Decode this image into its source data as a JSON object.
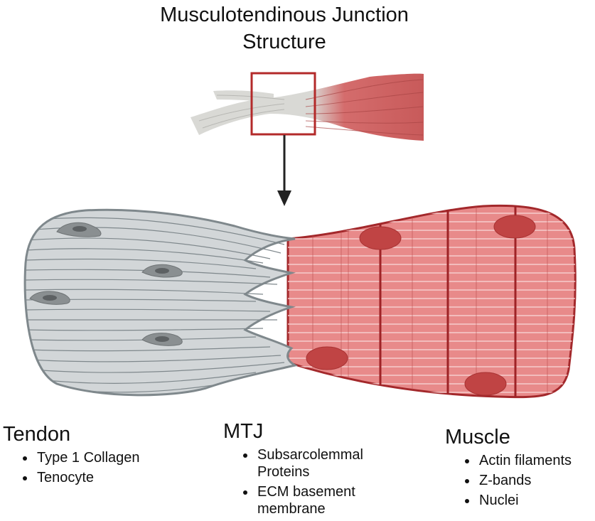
{
  "title": {
    "line1": "Musculotendinous Junction",
    "line2": "Structure"
  },
  "sections": {
    "tendon": {
      "heading": "Tendon",
      "items": [
        "Type 1 Collagen",
        "Tenocyte"
      ]
    },
    "mtj": {
      "heading": "MTJ",
      "items": [
        "Subsarcolemmal Proteins",
        "ECM basement membrane"
      ]
    },
    "muscle": {
      "heading": "Muscle",
      "items": [
        "Actin filaments",
        "Z-bands",
        "Nuclei"
      ]
    }
  },
  "colors": {
    "tendon_fill": "#d2d6d8",
    "tendon_stroke": "#7f888c",
    "muscle_fill": "#e88a8a",
    "muscle_stroke": "#a3282b",
    "zoom_box": "#b32a2a",
    "arrow": "#222222"
  }
}
